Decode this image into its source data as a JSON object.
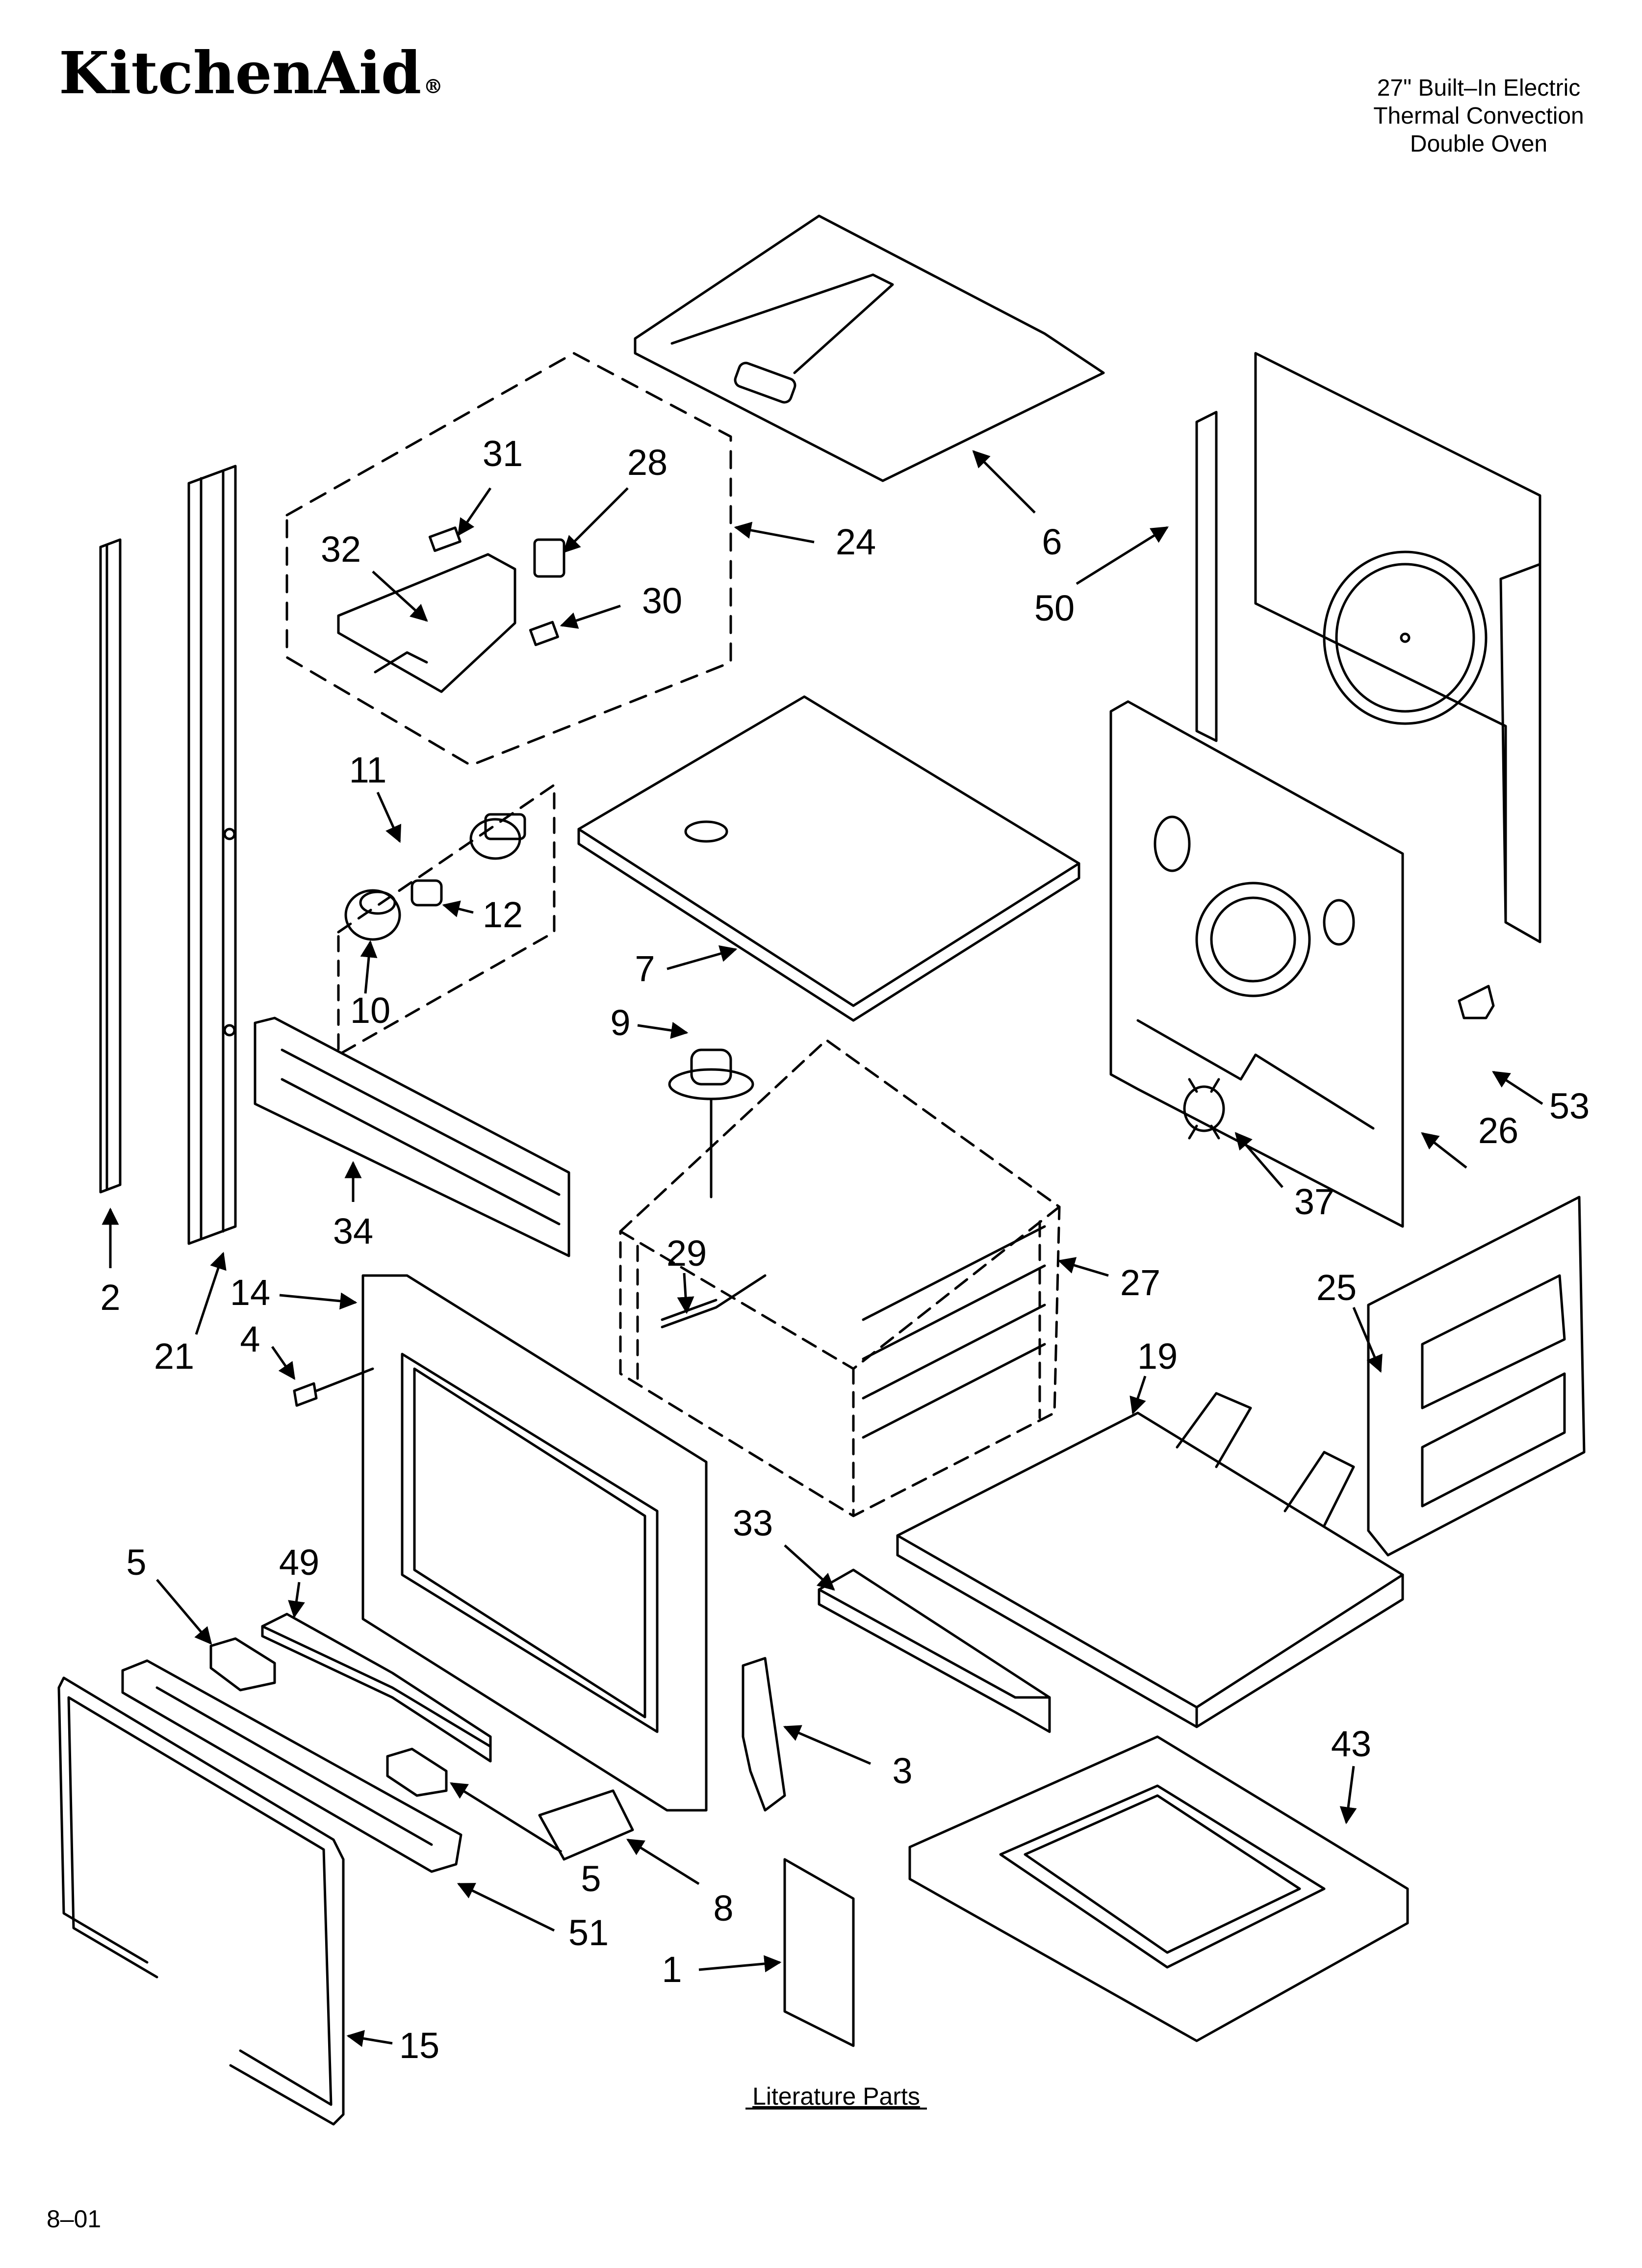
{
  "brand": {
    "name": "KitchenAid",
    "mark": "®"
  },
  "model_title": [
    "27\" Built–In Electric",
    "Thermal Convection",
    "Double Oven"
  ],
  "labels": {
    "l31": "31",
    "l28": "28",
    "l32": "32",
    "l24": "24",
    "l30": "30",
    "l6": "6",
    "l50": "50",
    "l11": "11",
    "l12": "12",
    "l10": "10",
    "l7": "7",
    "l9": "9",
    "l53": "53",
    "l26": "26",
    "l37": "37",
    "l34": "34",
    "l29": "29",
    "l27": "27",
    "l25": "25",
    "l2": "2",
    "l21": "21",
    "l14": "14",
    "l4": "4",
    "l19": "19",
    "l33": "33",
    "l5a": "5",
    "l49": "49",
    "l43": "43",
    "l3": "3",
    "l5b": "5",
    "l8": "8",
    "l51": "51",
    "l1": "1",
    "l15": "15"
  },
  "literature_caption": "Literature Parts",
  "revision": "8–01"
}
